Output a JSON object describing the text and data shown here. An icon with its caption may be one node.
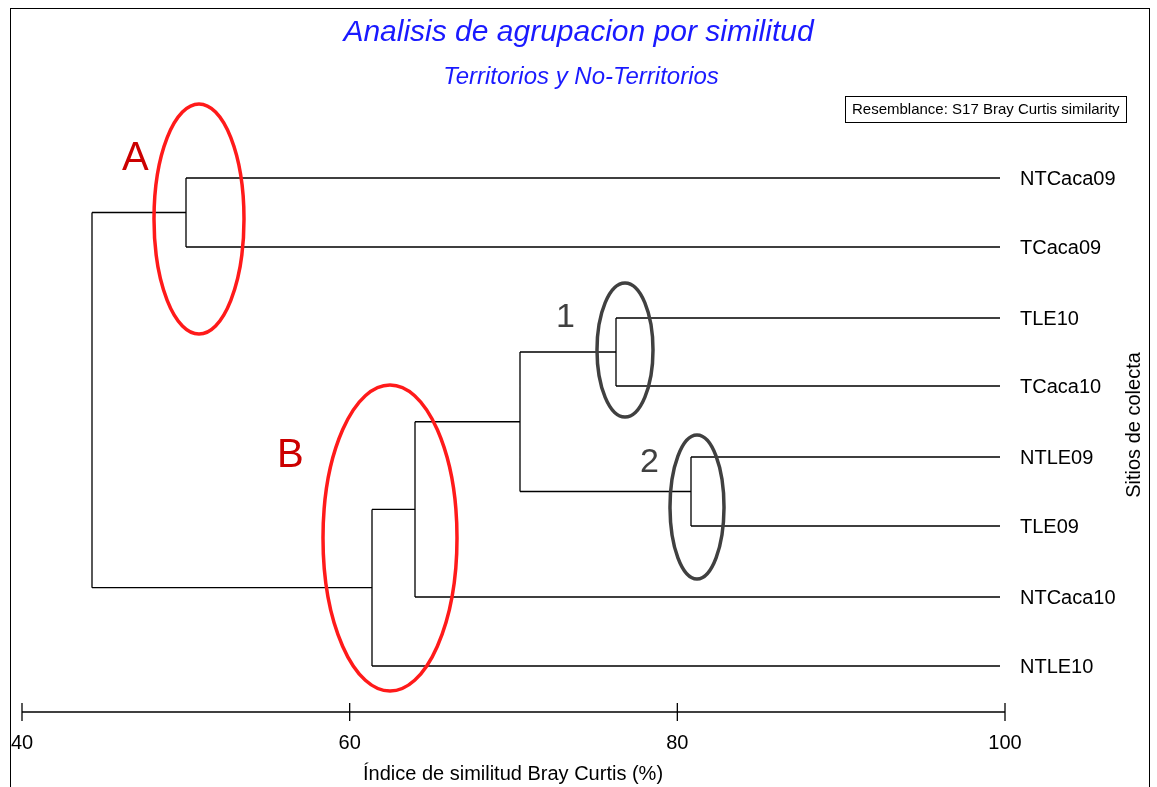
{
  "diagram": {
    "title": "Analisis de agrupacion por similitud",
    "nodes": [
      {
        "text": [
          "Resemblance: S17 Bray Curtis similarity"
        ]
      },
      {
        "text": [
          "A"
        ]
      },
      {
        "text": [
          "B"
        ]
      },
      {
        "text": [
          "1"
        ]
      },
      {
        "text": [
          "2"
        ]
      }
    ],
    "labels": [
      "Territorios y No-Territorios",
      "NTCaca09",
      "TCaca09",
      "TLE10",
      "TCaca10",
      "NTLE09",
      "TLE09",
      "NTCaca10",
      "NTLE10",
      "Sitios de colecta",
      "40",
      "60",
      "80",
      "100",
      "Índice de similitud Bray Curtis (%)"
    ]
  }
}
